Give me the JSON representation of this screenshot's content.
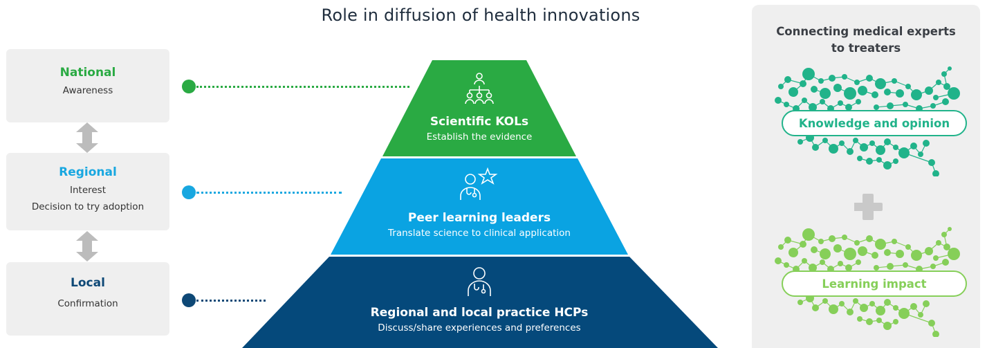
{
  "title": "Role in diffusion of health innovations",
  "levels": [
    {
      "name": "National",
      "lines": [
        "Awareness"
      ],
      "color": "#2aaa43"
    },
    {
      "name": "Regional",
      "lines": [
        "Interest",
        "Decision to try adoption"
      ],
      "color": "#18a7e0"
    },
    {
      "name": "Local",
      "lines": [
        "Confirmation"
      ],
      "color": "#0e4876"
    }
  ],
  "tiers": [
    {
      "name": "Scientific KOLs",
      "desc": "Establish the evidence",
      "icon": "org-chart-icon",
      "color": "#2aaa43"
    },
    {
      "name": "Peer learning leaders",
      "desc": "Translate science to clinical application",
      "icon": "doctor-star-icon",
      "color": "#0aa3e2"
    },
    {
      "name": "Regional and local practice HCPs",
      "desc": "Discuss/share experiences and preferences",
      "icon": "doctor-icon",
      "color": "#05497b"
    }
  ],
  "panel": {
    "title_line1": "Connecting medical experts",
    "title_line2": "to treaters",
    "knowledge_label": "Knowledge and opinion",
    "learning_label": "Learning impact",
    "knowledge_color": "#21b38a",
    "learning_color": "#86cf59",
    "plus_color": "#c9c9c9"
  }
}
